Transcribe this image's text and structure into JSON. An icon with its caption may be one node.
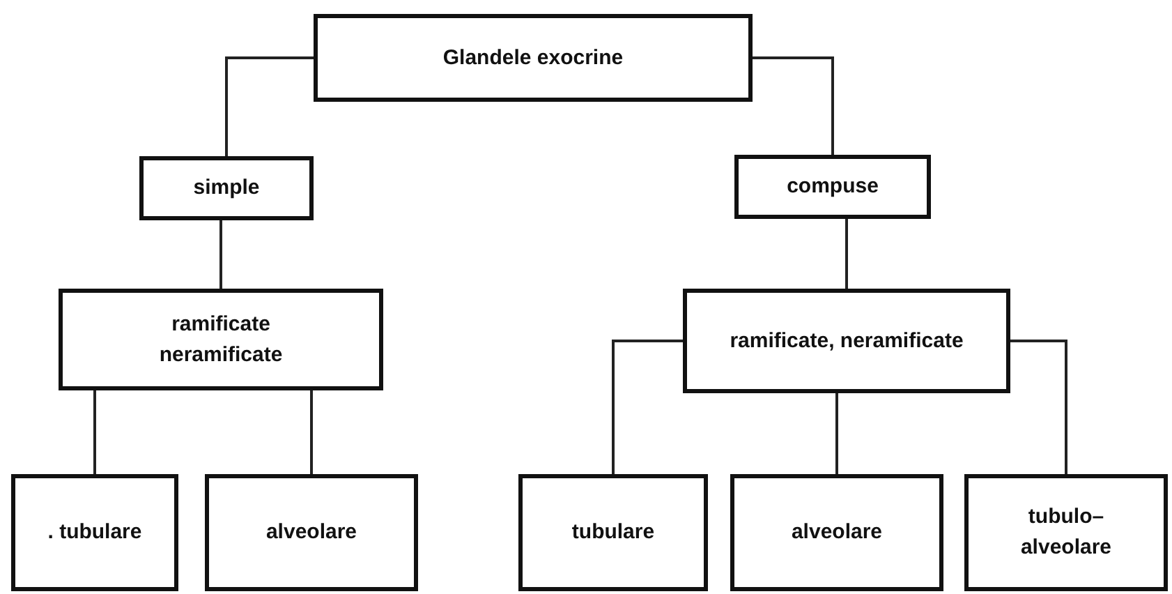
{
  "diagram": {
    "nodes": [
      {
        "text": [
          "Glandele exocrine"
        ]
      },
      {
        "text": [
          "simple"
        ]
      },
      {
        "text": [
          "compuse"
        ]
      },
      {
        "text": [
          "ramificate neramificate"
        ]
      },
      {
        "text": [
          "ramificate, neramificate"
        ]
      },
      {
        "text": [
          ". tubulare"
        ]
      },
      {
        "text": [
          "alveolare"
        ]
      },
      {
        "text": [
          "tubulare"
        ]
      },
      {
        "text": [
          "alveolare"
        ]
      },
      {
        "text": [
          "tubulo– alveolare"
        ]
      }
    ],
    "edges": [
      {
        "from": 0,
        "to": 1,
        "arrow": "none"
      },
      {
        "from": 0,
        "to": 2,
        "arrow": "none"
      },
      {
        "from": 1,
        "to": 3,
        "arrow": "none"
      },
      {
        "from": 2,
        "to": 4,
        "arrow": "none"
      },
      {
        "from": 3,
        "to": 5,
        "arrow": "none"
      },
      {
        "from": 3,
        "to": 6,
        "arrow": "none"
      },
      {
        "from": 4,
        "to": 7,
        "arrow": "none"
      },
      {
        "from": 4,
        "to": 8,
        "arrow": "none"
      },
      {
        "from": 4,
        "to": 9,
        "arrow": "none"
      }
    ]
  }
}
